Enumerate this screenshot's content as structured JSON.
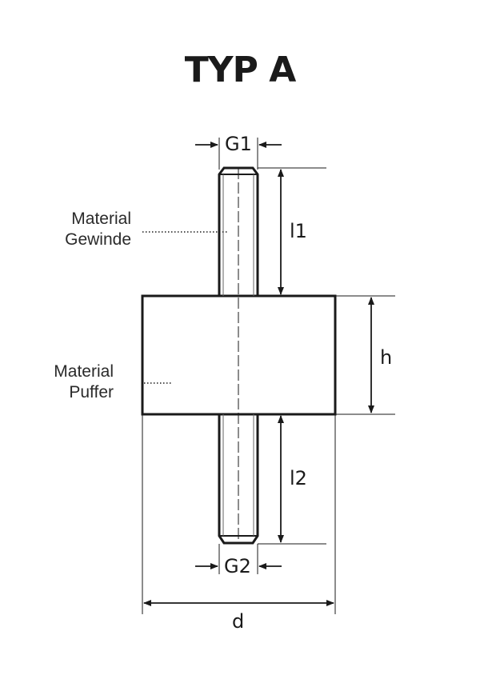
{
  "title": "TYP A",
  "labels": {
    "material_thread": [
      "Material",
      "Gewinde"
    ],
    "material_buffer": [
      "Material",
      "Puffer"
    ]
  },
  "dimensions": {
    "g1": "G1",
    "g2": "G2",
    "l1": "l1",
    "l2": "l2",
    "h": "h",
    "d": "d"
  }
}
